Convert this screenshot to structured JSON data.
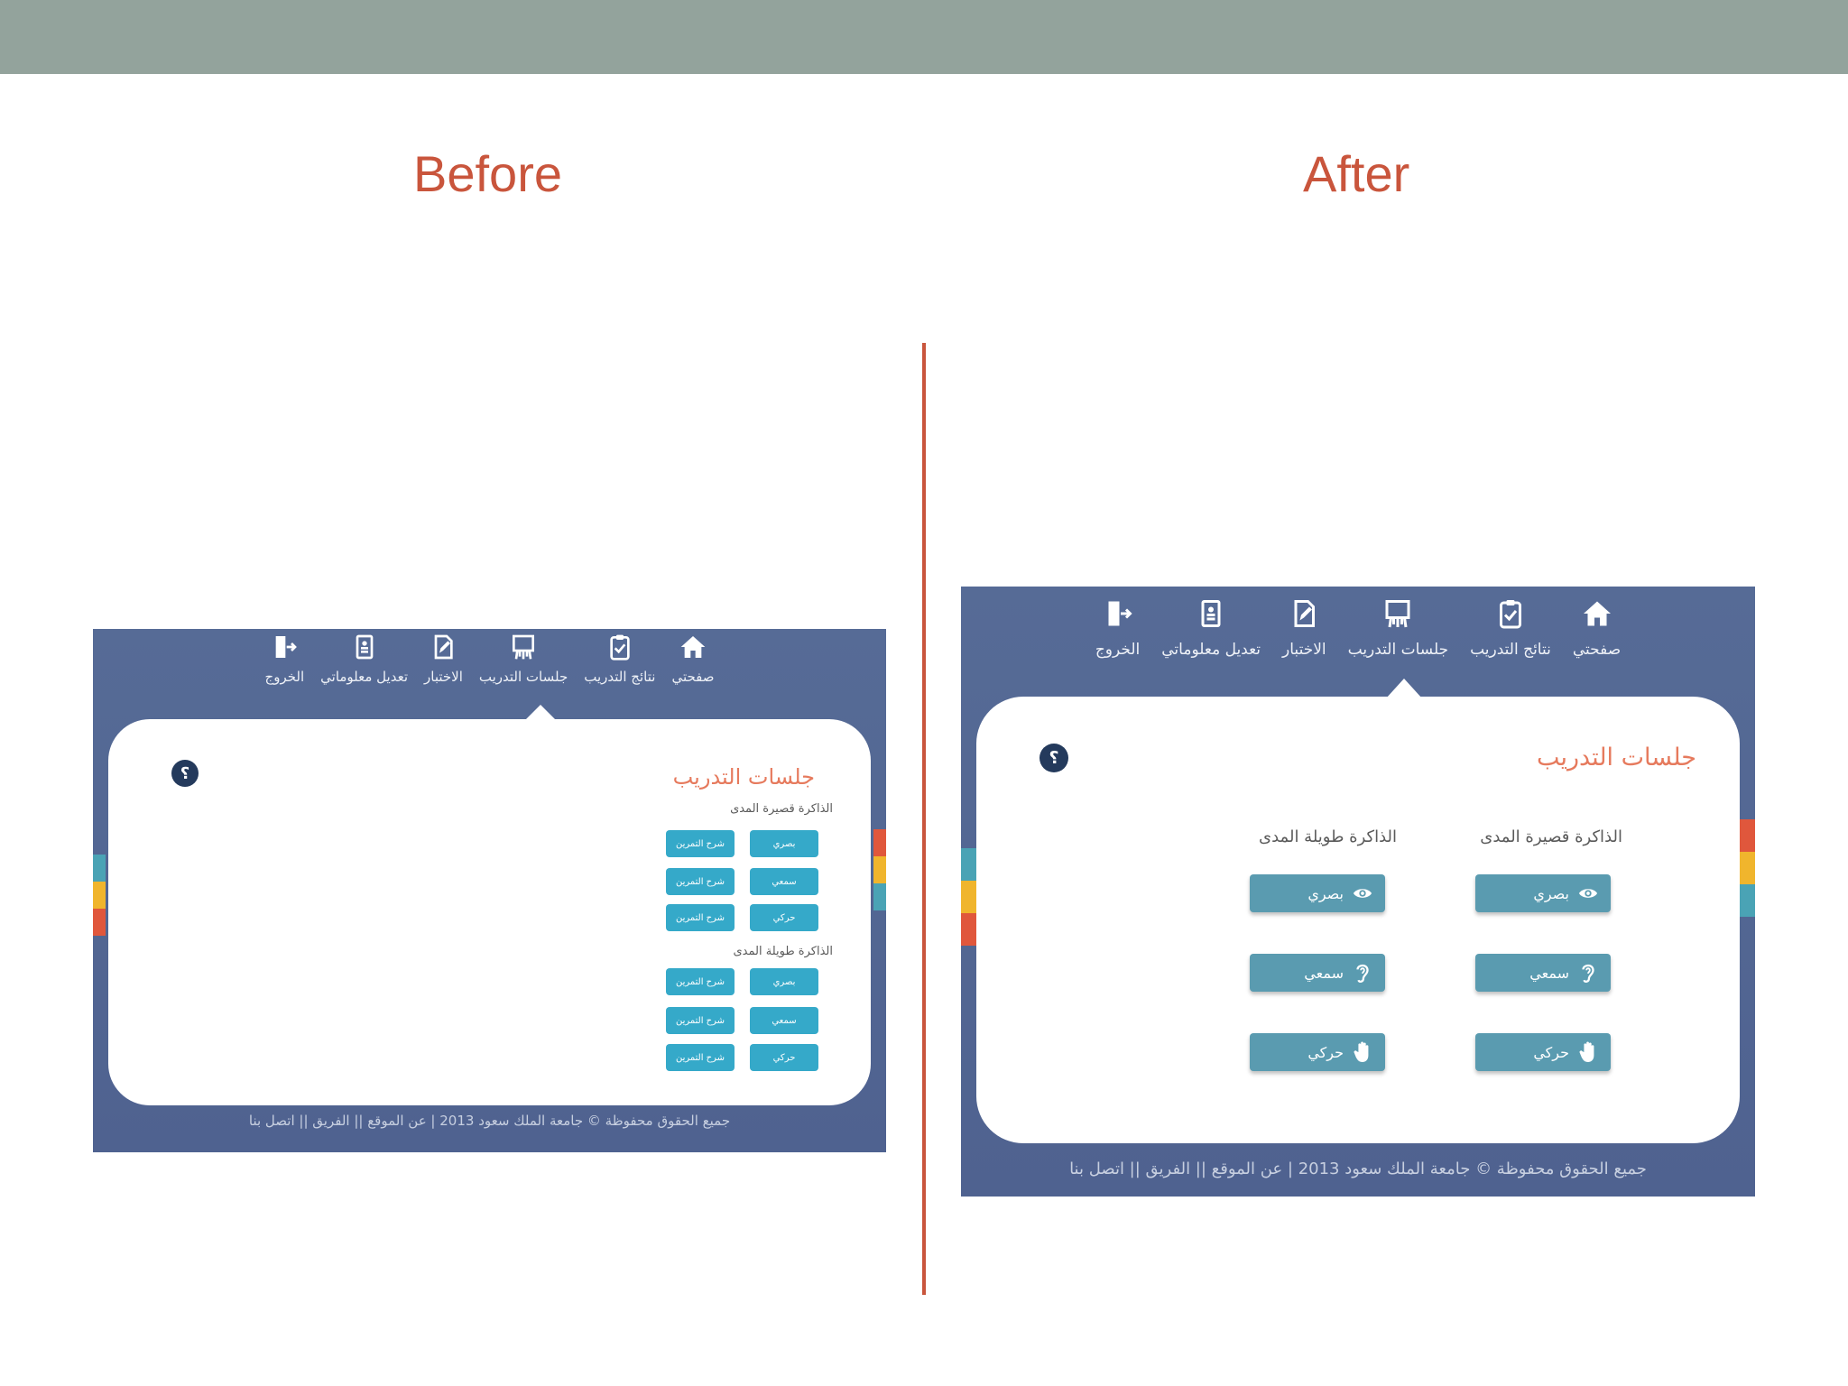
{
  "slide": {
    "left_heading": "Before",
    "right_heading": "After"
  },
  "colors": {
    "heading": "#c9553c",
    "frame_bg": "#566b96",
    "title_orange": "#e67a5d",
    "before_button": "#35a9c9",
    "after_button": "#5a9bb0",
    "stripe_red": "#e0573c",
    "stripe_yellow": "#f0b52d",
    "stripe_teal": "#4aa3b5"
  },
  "nav": {
    "items": [
      {
        "label": "صفحتي",
        "icon": "home-icon"
      },
      {
        "label": "نتائج التدريب",
        "icon": "clipboard-check-icon"
      },
      {
        "label": "جلسات التدريب",
        "icon": "easel-icon"
      },
      {
        "label": "الاختبار",
        "icon": "pencil-document-icon"
      },
      {
        "label": "تعديل معلوماتي",
        "icon": "id-card-icon"
      },
      {
        "label": "الخروج",
        "icon": "exit-door-icon"
      }
    ]
  },
  "before": {
    "card_title": "جلسات التدريب",
    "help": "؟",
    "short_memory": {
      "label": "الذاكرة قصيرة المدى",
      "rows": [
        {
          "type": "بصري",
          "explain": "شرح التمرين"
        },
        {
          "type": "سمعي",
          "explain": "شرح التمرين"
        },
        {
          "type": "حركي",
          "explain": "شرح التمرين"
        }
      ]
    },
    "long_memory": {
      "label": "الذاكرة طويلة المدى",
      "rows": [
        {
          "type": "بصري",
          "explain": "شرح التمرين"
        },
        {
          "type": "سمعي",
          "explain": "شرح التمرين"
        },
        {
          "type": "حركي",
          "explain": "شرح التمرين"
        }
      ]
    },
    "footer": "جميع الحقوق محفوظة © جامعة الملك سعود 2013 | عن الموقع || الفريق || اتصل بنا"
  },
  "after": {
    "card_title": "جلسات التدريب",
    "help": "؟",
    "short_memory": {
      "label": "الذاكرة قصيرة المدى",
      "buttons": [
        {
          "label": "بصري",
          "icon": "eye-icon"
        },
        {
          "label": "سمعي",
          "icon": "ear-icon"
        },
        {
          "label": "حركي",
          "icon": "hand-icon"
        }
      ]
    },
    "long_memory": {
      "label": "الذاكرة طويلة المدى",
      "buttons": [
        {
          "label": "بصري",
          "icon": "eye-icon"
        },
        {
          "label": "سمعي",
          "icon": "ear-icon"
        },
        {
          "label": "حركي",
          "icon": "hand-icon"
        }
      ]
    },
    "footer": "جميع الحقوق محفوظة © جامعة الملك سعود 2013 | عن الموقع || الفريق || اتصل بنا"
  }
}
